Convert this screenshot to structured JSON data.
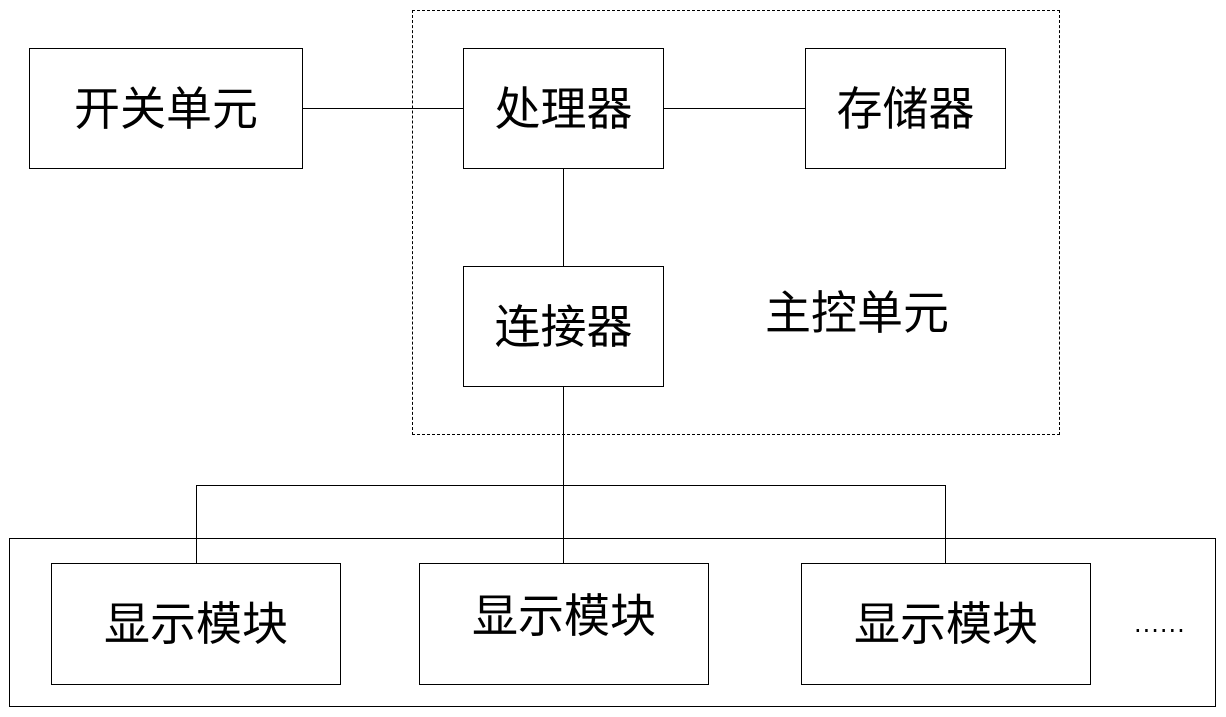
{
  "diagram": {
    "switch_unit": "开关单元",
    "processor": "处理器",
    "memory": "存储器",
    "connector": "连接器",
    "main_control_unit": "主控单元",
    "display_modules": [
      "显示模块",
      "显示模块",
      "显示模块"
    ],
    "ellipsis": "......"
  }
}
